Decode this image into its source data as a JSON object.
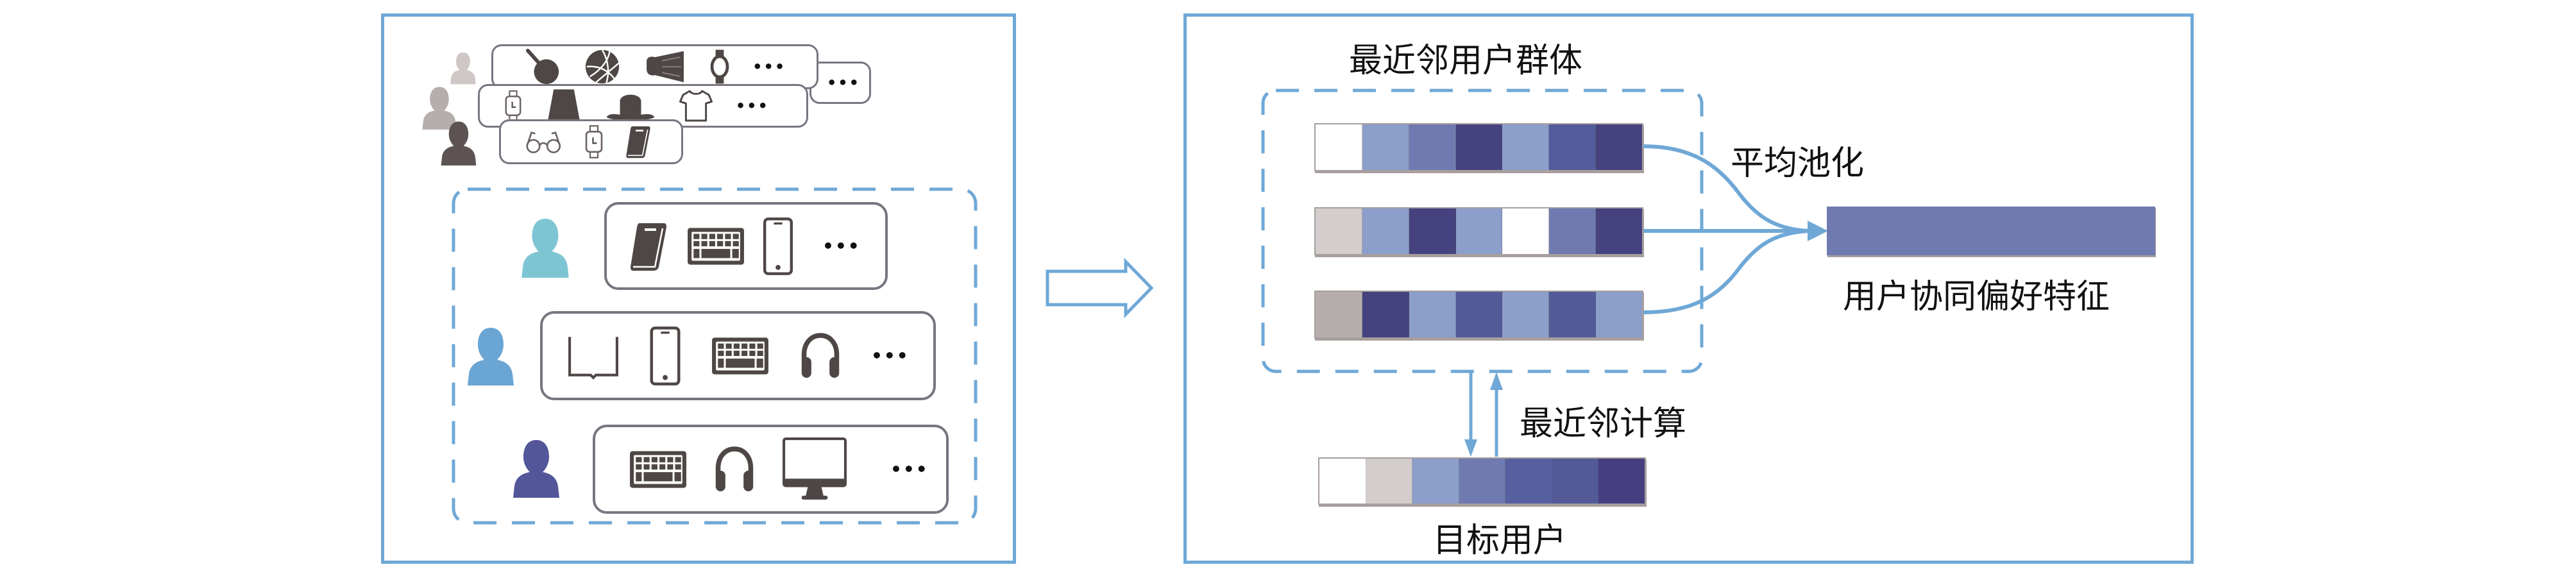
{
  "colors": {
    "frame": "#6FA8D6",
    "icon_dark": "#4E4745",
    "row_border": "#7A7480",
    "user_light": "#CFC7C5",
    "user_mid": "#B6AEAD",
    "user_dark": "#5C5352",
    "user_cyan": "#7EC5D4",
    "user_blue": "#6AA5D3",
    "user_indigo": "#535699",
    "pooled": "#6F7BB0"
  },
  "left_panel": {
    "all_users_stack": [
      {
        "user_icon": "user-icon-light",
        "items": [
          "ping-pong-paddle-icon",
          "basketball-icon",
          "shuttlecock-icon",
          "wristwatch-icon"
        ],
        "more": "•••"
      },
      {
        "user_icon": "user-icon-grey",
        "items": [
          "smartwatch-icon",
          "skirt-icon",
          "hat-icon",
          "t-shirt-icon"
        ],
        "more": "•••"
      },
      {
        "user_icon": "user-icon-dark",
        "items": [
          "glasses-icon",
          "smartwatch-icon",
          "notebook-icon"
        ],
        "more": ""
      }
    ],
    "extra_more": "•••",
    "neighbor_users": [
      {
        "user_icon": "user-icon-cyan",
        "items": [
          "notebook-icon",
          "keyboard-icon",
          "smartphone-icon"
        ],
        "more": "•••"
      },
      {
        "user_icon": "user-icon-blue",
        "items": [
          "open-book-icon",
          "smartphone-icon",
          "keyboard-icon",
          "headphones-icon"
        ],
        "more": "•••"
      },
      {
        "user_icon": "user-icon-indigo",
        "items": [
          "keyboard-icon",
          "headphones-icon",
          "monitor-icon"
        ],
        "more": "•••"
      }
    ]
  },
  "transition_arrow": "right-arrow-icon",
  "right_panel": {
    "group_title": "最近邻用户群体",
    "neighbor_vectors": [
      [
        "#FFFFFF",
        "#8C9FCA",
        "#6F7BB0",
        "#45427F",
        "#8C9FCA",
        "#525C9A",
        "#45427F"
      ],
      [
        "#D3CDCD",
        "#8C9FCA",
        "#45427F",
        "#8C9FCA",
        "#FFFFFF",
        "#6F7BB0",
        "#45427F"
      ],
      [
        "#B6AEAD",
        "#45427F",
        "#8C9FCA",
        "#525A98",
        "#8C9FCA",
        "#525A98",
        "#8C9FCA"
      ]
    ],
    "pooling_label": "平均池化",
    "pooled_label": "用户协同偏好特征",
    "knn_label": "最近邻计算",
    "target_vector": [
      "#FFFFFF",
      "#D3CDCD",
      "#8C9FCA",
      "#6F7BB0",
      "#5660A0",
      "#525A98",
      "#453F80"
    ],
    "target_label": "目标用户"
  }
}
